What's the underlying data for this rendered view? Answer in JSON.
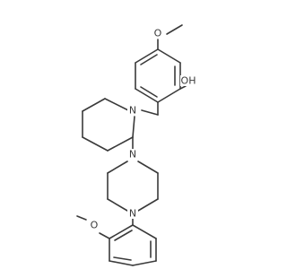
{
  "molecule": {
    "atoms": [
      {
        "id": "o_methoxy_top",
        "label": "O"
      },
      {
        "id": "o_hydroxyl",
        "label": "OH"
      },
      {
        "id": "n_piperidine",
        "label": "N"
      },
      {
        "id": "n_piperazine_top",
        "label": "N"
      },
      {
        "id": "n_piperazine_bottom",
        "label": "N"
      },
      {
        "id": "o_methoxy_bottom",
        "label": "O"
      }
    ]
  },
  "colors": {
    "bond": "#3a3a3a",
    "label": "#3a3a3a",
    "background": "#ffffff"
  }
}
